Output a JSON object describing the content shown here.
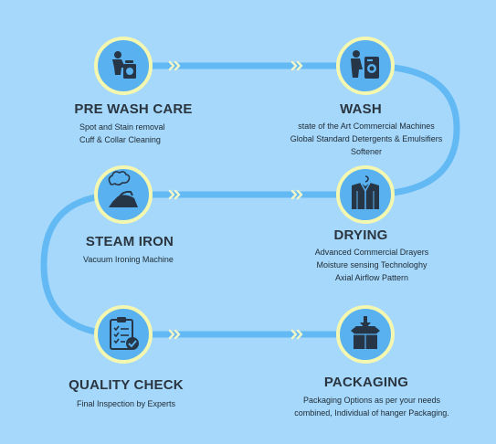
{
  "colors": {
    "background": "#a6d8fb",
    "path": "#63b9f3",
    "node_ring": "#f4f7b0",
    "node_fill": "#5ab1f0",
    "icon": "#263646",
    "arrow": "#f2f5c8"
  },
  "steps": [
    {
      "title": "PRE WASH CARE",
      "icon": "person-washing-icon",
      "lines": [
        "Spot and Stain removal",
        "Cuff & Collar Cleaning"
      ]
    },
    {
      "title": "WASH",
      "icon": "washing-machine-icon",
      "lines": [
        "state of the Art Commercial Machines",
        "Global Standard Detergents & Emulsifiers",
        "Softener"
      ]
    },
    {
      "title": "STEAM IRON",
      "icon": "steam-iron-icon",
      "lines": [
        "Vacuum Ironing Machine"
      ]
    },
    {
      "title": "DRYING",
      "icon": "shirt-hanger-icon",
      "lines": [
        "Advanced Commercial Drayers",
        "Moisture sensing Technologhy",
        "Axial Airflow Pattern"
      ]
    },
    {
      "title": "QUALITY CHECK",
      "icon": "checklist-icon",
      "lines": [
        "Final Inspection by Experts"
      ]
    },
    {
      "title": "PACKAGING",
      "icon": "package-box-icon",
      "lines": [
        "Packaging Options as per your needs",
        "combined, Individual of hanger Packaging."
      ]
    }
  ]
}
